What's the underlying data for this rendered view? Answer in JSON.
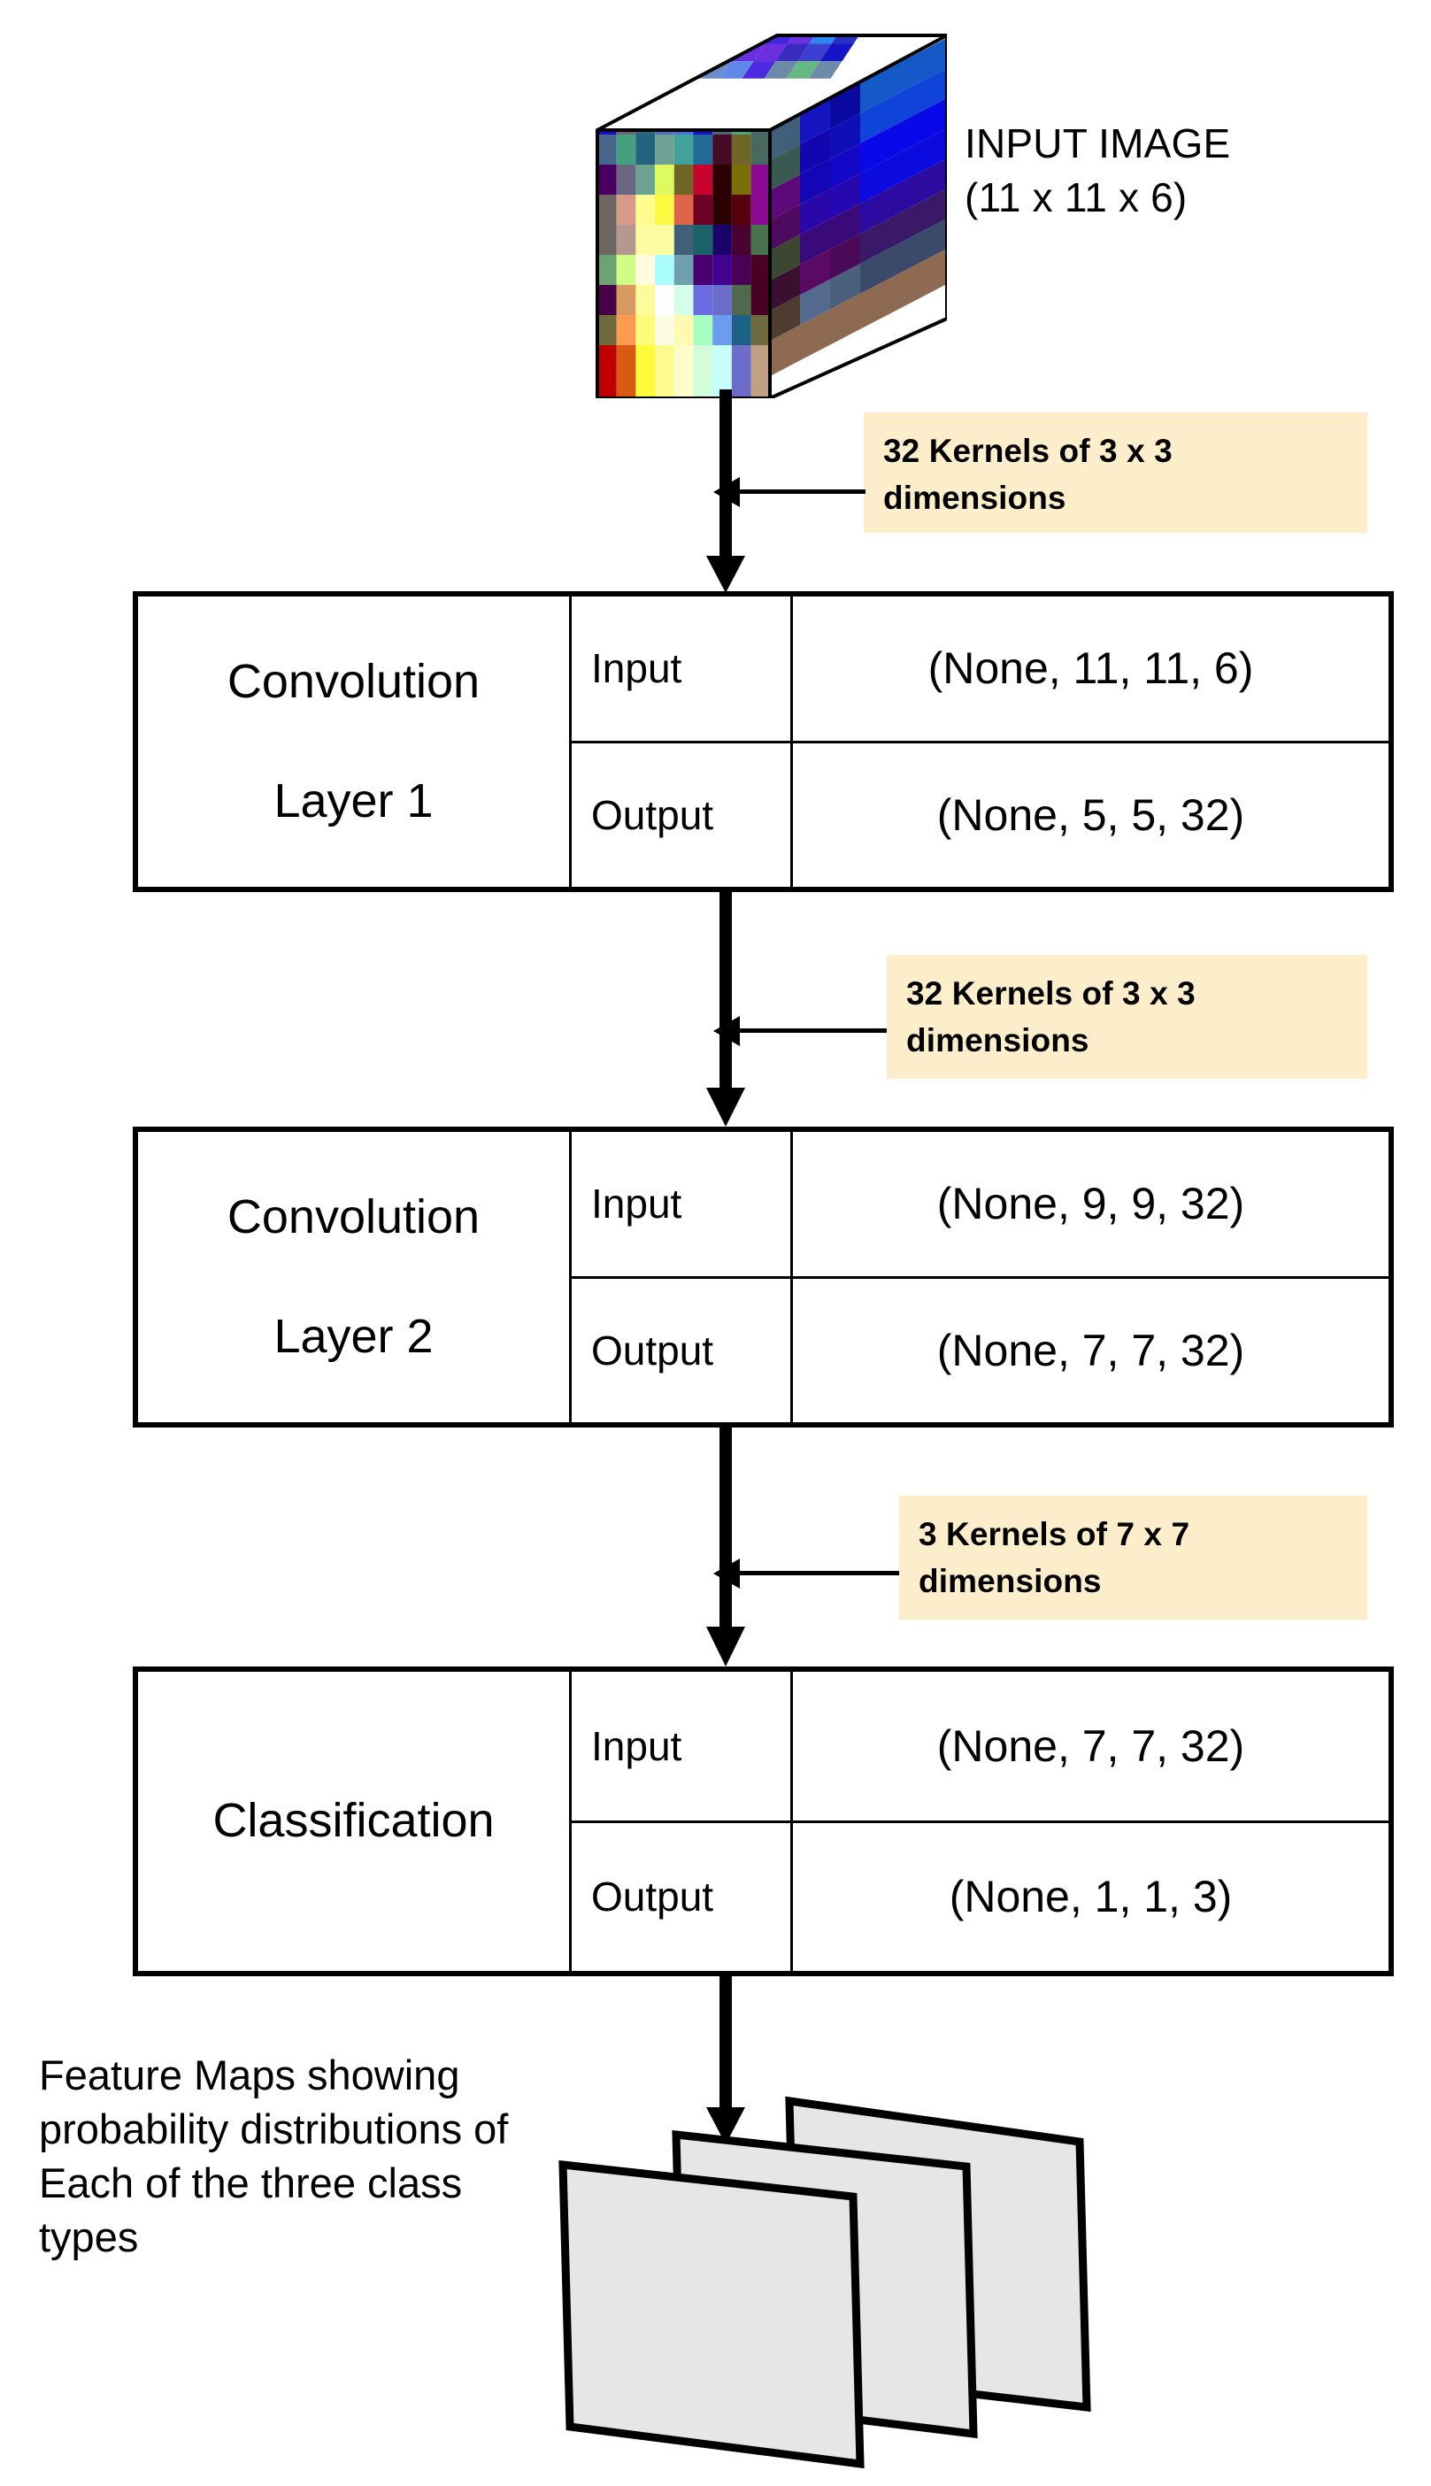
{
  "diagram": {
    "title": "CNN architecture flow diagram",
    "input": {
      "label_line1": "INPUT IMAGE",
      "label_line2": "(11 x 11 x 6)",
      "icon": "input-image-cube"
    },
    "callouts": [
      {
        "line1": "32 Kernels of 3 x 3",
        "line2": "dimensions"
      },
      {
        "line1": "32 Kernels of 3 x 3",
        "line2": "dimensions"
      },
      {
        "line1": "3 Kernels of 7 x 7",
        "line2": "dimensions"
      }
    ],
    "layers": [
      {
        "name_line1": "Convolution",
        "name_line2": "Layer 1",
        "input_label": "Input",
        "input_shape": "(None, 11, 11, 6)",
        "output_label": "Output",
        "output_shape": "(None, 5, 5, 32)"
      },
      {
        "name_line1": "Convolution",
        "name_line2": "Layer 2",
        "input_label": "Input",
        "input_shape": "(None, 9, 9, 32)",
        "output_label": "Output",
        "output_shape": "(None, 7, 7, 32)"
      },
      {
        "name_line1": "Classification",
        "name_line2": "",
        "input_label": "Input",
        "input_shape": "(None, 7, 7, 32)",
        "output_label": "Output",
        "output_shape": "(None, 1, 1, 3)"
      }
    ],
    "output": {
      "caption": "Feature Maps showing probability distributions of Each of the three class types",
      "icon": "stacked-feature-map-sheets",
      "sheet_count": 3
    },
    "colors": {
      "callout_background": "#fdeecb",
      "stroke": "#000000",
      "sheet_fill": "#e6e6e6",
      "page_background": "#ffffff"
    }
  }
}
